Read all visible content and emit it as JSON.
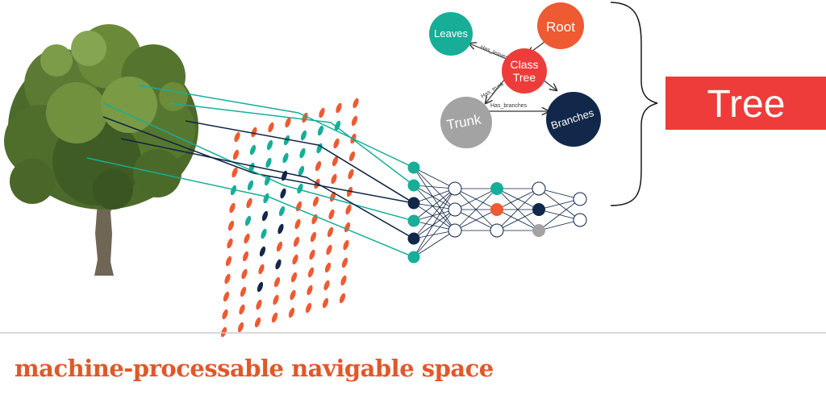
{
  "colors": {
    "teal": "#17ae97",
    "orange": "#ee5a32",
    "red": "#ee3c3a",
    "navy": "#12284a",
    "gray": "#a3a3a3",
    "line": "#0c2345",
    "divider": "#cccccc",
    "caption": "#e0582a"
  },
  "image": {
    "subject": "tree-photo"
  },
  "knowledge_graph": {
    "nodes": {
      "leaves": "Leaves",
      "root": "Root",
      "class_tree_line1": "Class",
      "class_tree_line2": "Tree",
      "trunk": "Trunk",
      "branches": "Branches"
    },
    "edges": {
      "has_leaves": "Has_leaves",
      "has_trunk": "Has_trunk",
      "has_branches": "Has_branches"
    }
  },
  "output_label": "Tree",
  "caption": "machine-processable navigable space"
}
